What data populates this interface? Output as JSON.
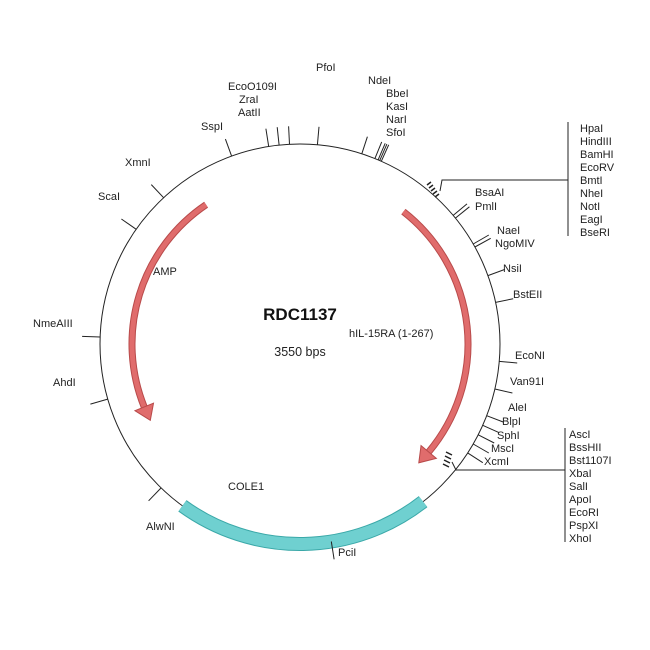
{
  "plasmid": {
    "name": "RDC1137",
    "size": "3550 bps"
  },
  "colors": {
    "backbone": "#222222",
    "arrow": "#e06c6c",
    "arrow_edge": "#b84a4a",
    "origin": "#6fd0d0",
    "origin_edge": "#3aa8a8"
  },
  "features": {
    "amp": "AMP",
    "insert": "hIL-15RA (1-267)",
    "ori": "COLE1"
  },
  "sites": {
    "pfoi": "PfoI",
    "ecoo109i": "EcoO109I",
    "zrai": "ZraI",
    "aatii": "AatII",
    "sspi": "SspI",
    "xmni": "XmnI",
    "scai": "ScaI",
    "nmeaiii": "NmeAIII",
    "ahdi": "AhdI",
    "alwni": "AlwNI",
    "pcii": "PciI",
    "ndei": "NdeI",
    "bbei": "BbeI",
    "kasi": "KasI",
    "nari": "NarI",
    "sfoi": "SfoI",
    "bsaai": "BsaAI",
    "pmli": "PmlI",
    "naei": "NaeI",
    "ngomiv": "NgoMIV",
    "nsii": "NsiI",
    "bsteii": "BstEII",
    "econi": "EcoNI",
    "van91i": "Van91I",
    "alei": "AleI",
    "blpi": "BlpI",
    "sphi": "SphI",
    "msci": "MscI",
    "xcmi": "XcmI"
  },
  "mcs1": [
    "HpaI",
    "HindIII",
    "BamHI",
    "EcoRV",
    "BmtI",
    "NheI",
    "NotI",
    "EagI",
    "BseRI"
  ],
  "mcs2": [
    "AscI",
    "BssHII",
    "Bst1107I",
    "XbaI",
    "SalI",
    "ApoI",
    "EcoRI",
    "PspXI",
    "XhoI"
  ]
}
